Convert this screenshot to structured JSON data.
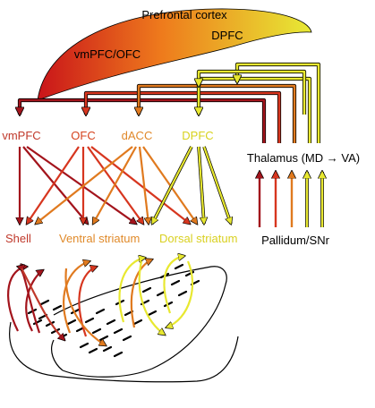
{
  "cortex": {
    "title": "Prefrontal cortex",
    "left_label": "vmPFC/OFC",
    "right_label": "DPFC"
  },
  "regions": {
    "vmPFC": "vmPFC",
    "OFC": "OFC",
    "dACC": "dACC",
    "DPFC": "DPFC"
  },
  "targets": {
    "shell": "Shell",
    "ventral": "Ventral striatum",
    "dorsal": "Dorsal striatum"
  },
  "thalamus": "Thalamus (MD → VA)",
  "pallidum": "Pallidum/SNr",
  "colors": {
    "vmPFC": "#a3141c",
    "OFC": "#d7361f",
    "dACC": "#e07a1f",
    "DPFC": "#e8e830",
    "label_vmPFC": "#c0392b",
    "label_OFC": "#d5431e",
    "label_dACC": "#e0882a",
    "label_DPFC": "#d8d21e",
    "shell": "#c0392b",
    "ventral": "#e08a2a",
    "dorsal": "#d9d020"
  }
}
